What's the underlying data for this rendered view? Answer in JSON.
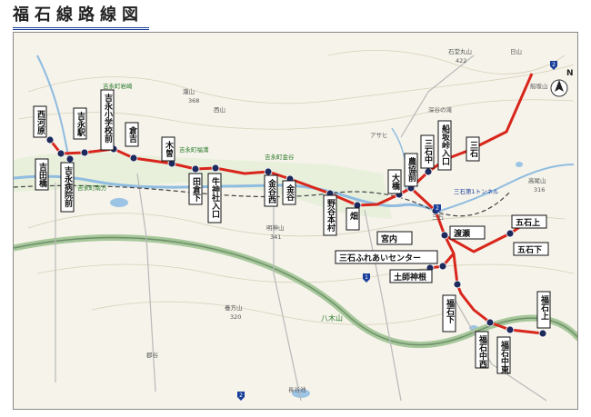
{
  "title": "福石線路線図",
  "colors": {
    "route": "#d9261c",
    "stop": "#1f2a5c",
    "water": "#9cc4e4",
    "green": "#b9d9a8",
    "highway": "#7a9a7a",
    "terrain": "#f4f2e8"
  },
  "stops": {
    "nishigouhara": "西河原",
    "yoshidabashi": "吉田橋",
    "yoshinaga_eki": "吉永駅",
    "yoshinaga_byoin": "吉永病院前",
    "yoshinaga_shogakko": "吉永小学校前",
    "kurasaki": "倉吉",
    "kiso": "木曽",
    "tagurashita": "田倉下",
    "gyujinja": "牛神社入口",
    "kanayanishi": "金谷西",
    "kanaya": "金谷",
    "noyahonmura": "野谷本村",
    "hata": "畑",
    "ohashi": "大橋",
    "nokyomae": "農協前",
    "mitsuishi_chu": "三石中",
    "funasakatoge": "船坂峠入口",
    "mitsuishi": "三石",
    "miyauchi": "宮内",
    "watase": "渡瀬",
    "mitsuishi_fureai": "三石ふれあいセンター",
    "hashi_jinja": "土師神根",
    "fukuishi_shita": "福石下",
    "fukuishi_chunishi": "福石中西",
    "fukuishi_chuto": "福石中東",
    "fukuishi_ue": "福石上",
    "goishi_ue": "五石上",
    "goishi_shita": "五石下"
  },
  "places": {
    "takiyama": "瀧山",
    "takiyama_elev": "368",
    "yoshinaga_iwasaki": "吉永町岩崎",
    "yoshinaga_fukuman": "吉永町福満",
    "yoshinaga_kanaya": "吉永町金谷",
    "yoshinaga_nanpo": "吉永町南方",
    "nishiyama": "西山",
    "meijisan": "明神山",
    "meijisan_elev": "341",
    "yasokatayama": "養方山",
    "yasokatayama_elev": "320",
    "yagiyama": "八木山",
    "ishidoumaruyama": "石堂丸山",
    "ishidoumaruyama_elev": "422",
    "hiyama": "日山",
    "asahi": "アサヒ",
    "mitsuishi_tunnel": "三石第1トンネル",
    "takaoyama": "高尾山",
    "takaoyama_elev": "316",
    "shin_tani": "深谷の滝",
    "funasaka_yama": "船坂山",
    "nagaike": "長谷池",
    "gunpo": "郡谷",
    "mitsuishi_area": "三石",
    "north": "N",
    "ic_1": "1",
    "ic_2": "2",
    "road_2": "2"
  }
}
